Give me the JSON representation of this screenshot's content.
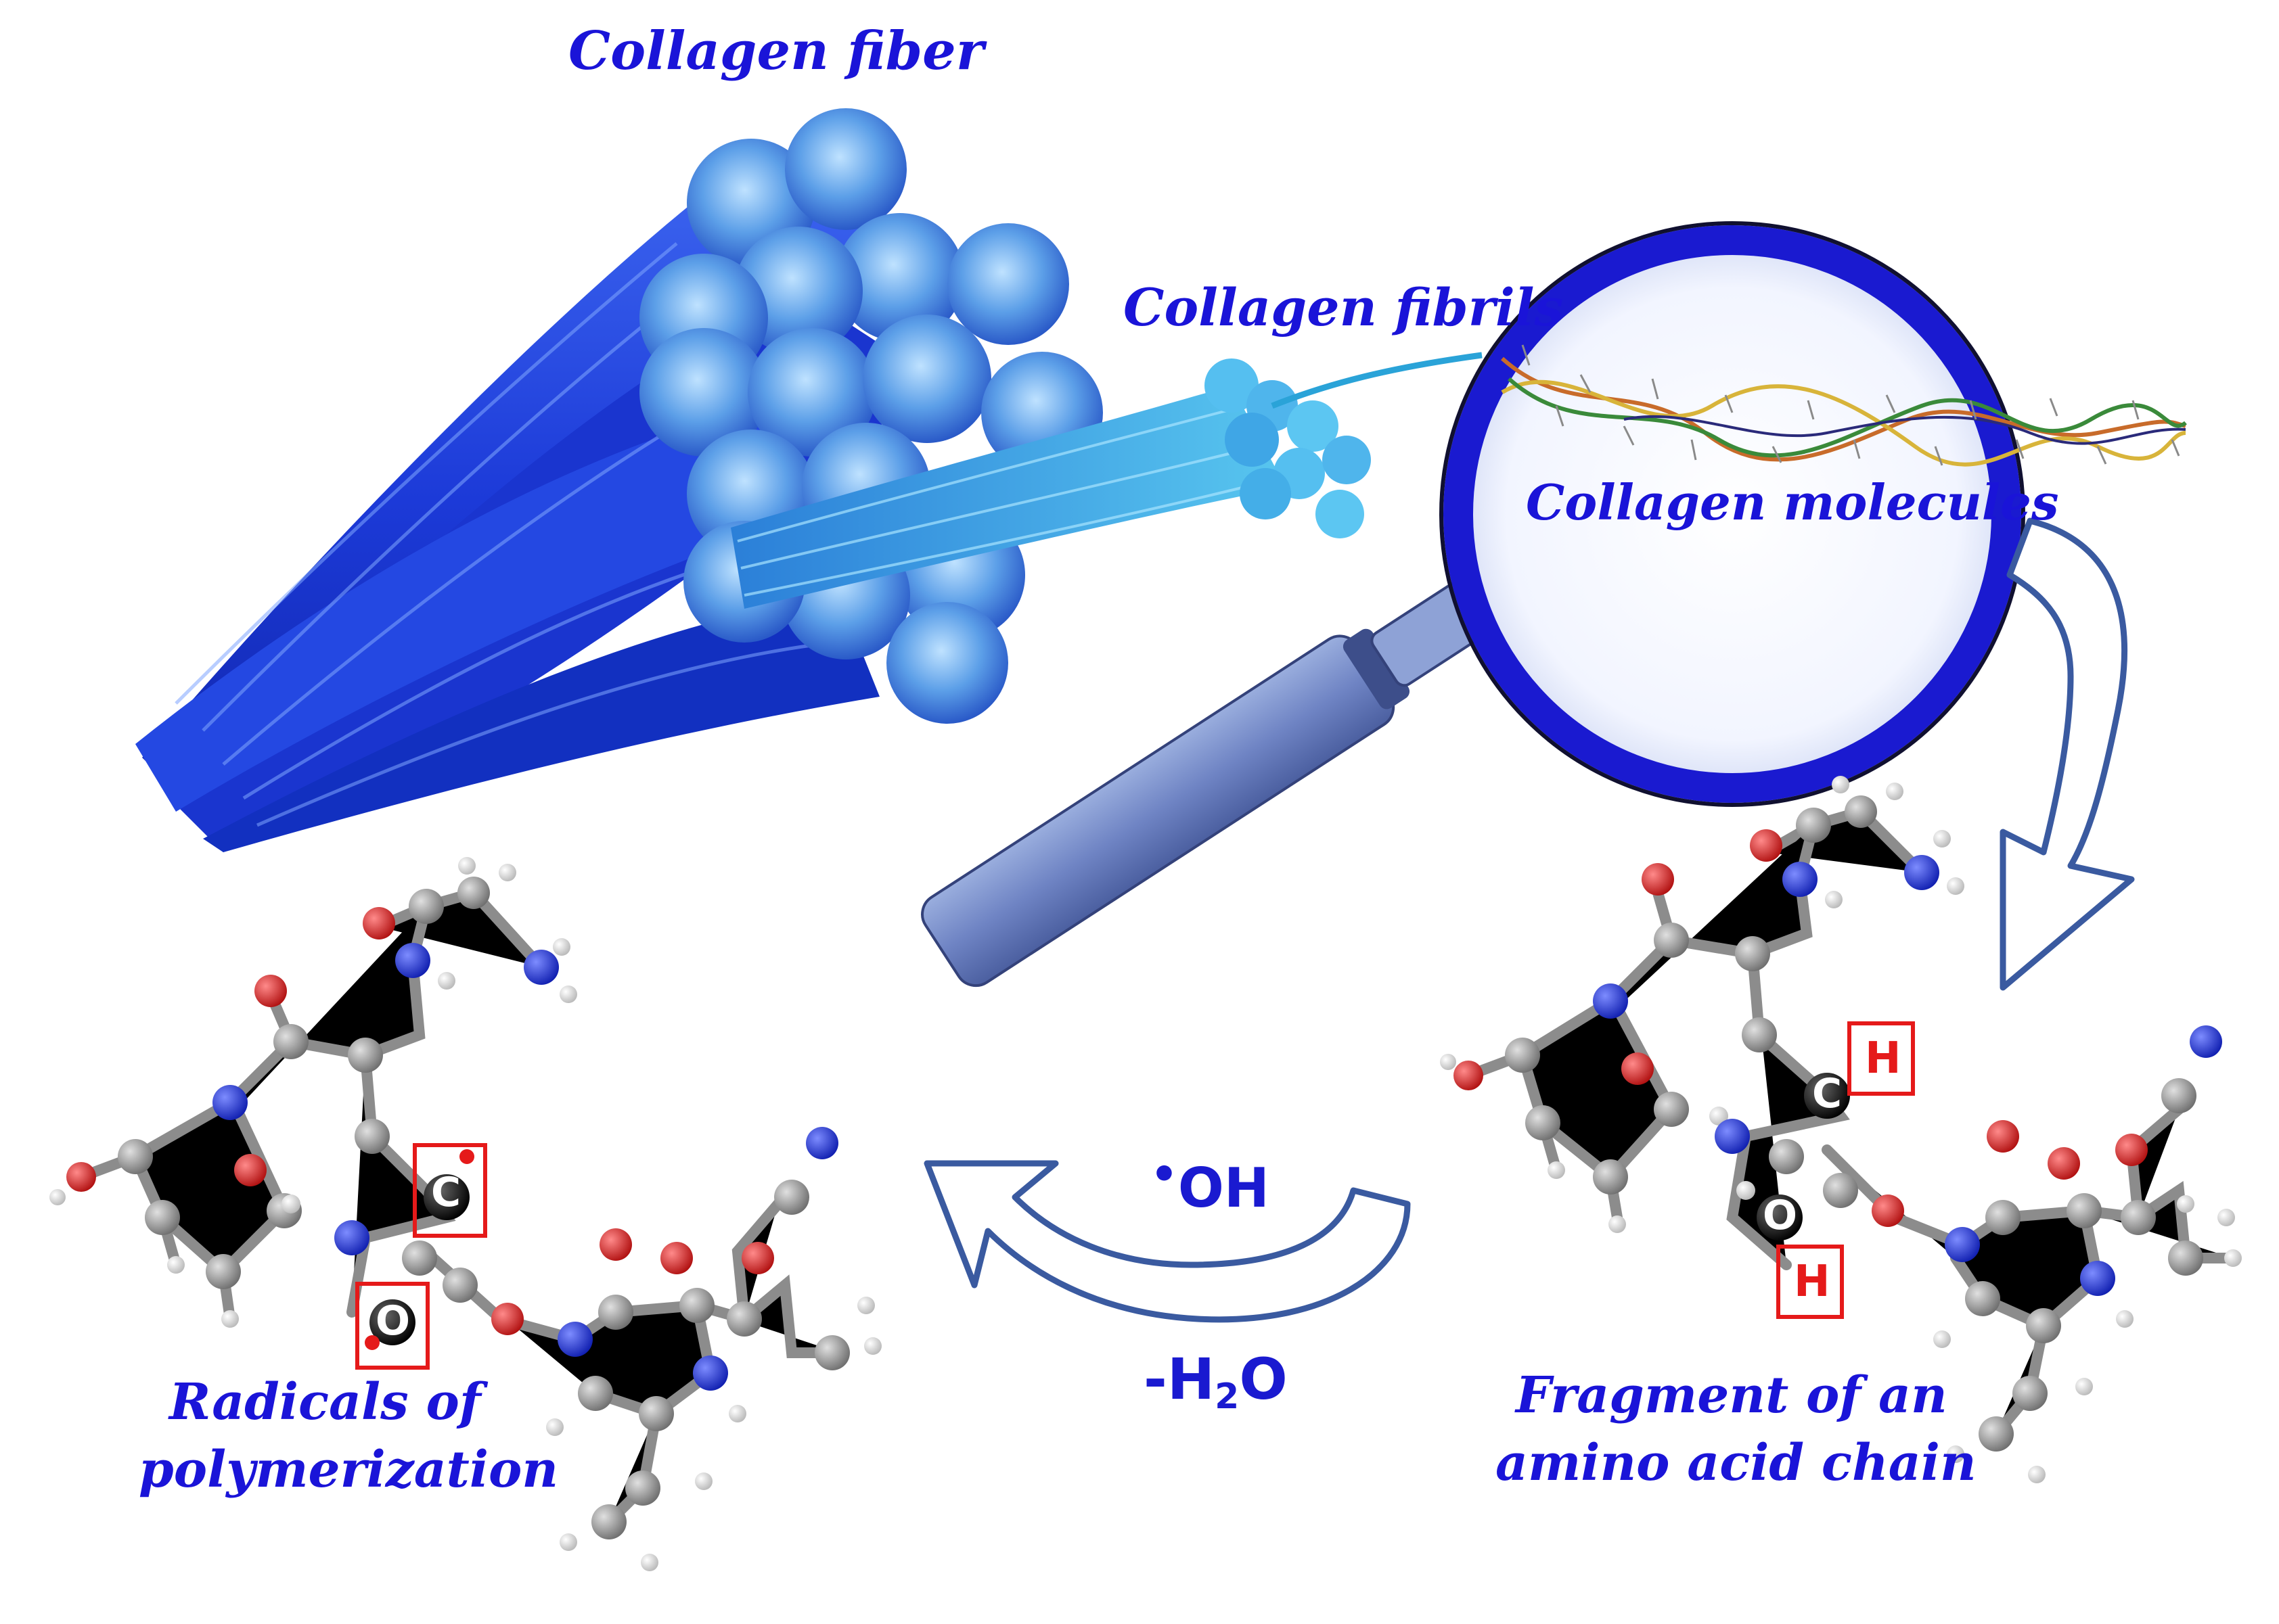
{
  "labels": {
    "fiber": "Collagen fiber",
    "fibrils": "Collagen fibrils",
    "molecules": "Collagen molecules",
    "radicals_line1": "Radicals of",
    "radicals_line2": "polymerization",
    "fragment_line1": "Fragment of an",
    "fragment_line2": "amino acid chain"
  },
  "reaction": {
    "reagent_dot": "•",
    "reagent": "OH",
    "byproduct_prefix": "-H",
    "byproduct_sub": "2",
    "byproduct_suffix": "O"
  },
  "atoms": {
    "carbon": "C",
    "oxygen": "O",
    "hydrogen": "H"
  },
  "colors": {
    "label_blue": "#1a14d8",
    "fiber_blue": "#1f3fe0",
    "fibril_cyan": "#36a6e0",
    "lens_ring": "#1a1ad0",
    "handle": "#6f84c4",
    "arrow_outline": "#3a5aa0",
    "atom_carbon": "#8c8c8c",
    "atom_oxygen": "#d81e1e",
    "atom_nitrogen": "#1a2ad8",
    "atom_hydrogen": "#e6e6e6",
    "highlight_red": "#e51a1a"
  }
}
